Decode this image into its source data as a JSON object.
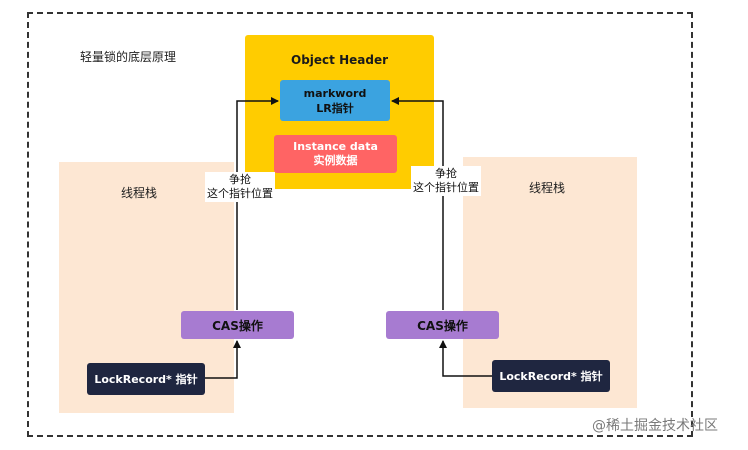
{
  "title": "轻量锁的底层原理",
  "object_header": {
    "label": "Object Header",
    "markword": {
      "line1": "markword",
      "line2": "LR指针"
    },
    "instance": {
      "line1": "Instance data",
      "line2": "实例数据"
    }
  },
  "left": {
    "stack_label": "线程栈",
    "cas_label": "CAS操作",
    "lock_label": "LockRecord* 指针",
    "note": {
      "line1": "争抢",
      "line2": "这个指针位置"
    }
  },
  "right": {
    "stack_label": "线程栈",
    "cas_label": "CAS操作",
    "lock_label": "LockRecord* 指针",
    "note": {
      "line1": "争抢",
      "line2": "这个指针位置"
    }
  },
  "watermark": "@稀土掘金技术社区",
  "colors": {
    "header": "#ffcc00",
    "markword": "#3ba3e0",
    "instance": "#ff6464",
    "stack": "#fde7d3",
    "cas": "#a77bd1",
    "lock": "#1f2640"
  }
}
